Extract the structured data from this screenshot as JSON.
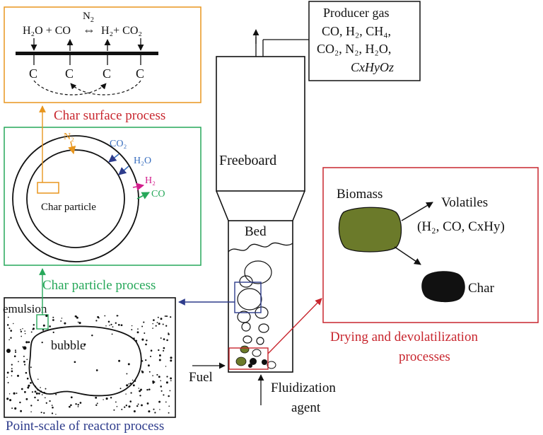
{
  "colors": {
    "orange": "#e8961e",
    "green": "#27a85a",
    "red": "#c8262e",
    "blue": "#2e3c8c",
    "magenta": "#d21e8c",
    "gas_blue": "#3a6fbf",
    "biomass": "#6b7a2a",
    "black": "#111111"
  },
  "reaction": {
    "left": "H₂O + CO",
    "arrow": "⇔",
    "n2": "N",
    "n2_sub": "2",
    "right": "H₂+ CO₂",
    "carbon": [
      "C",
      "C",
      "C",
      "C"
    ]
  },
  "char_surface_title": "Char surface process",
  "char_particle": {
    "title": "Char particle process",
    "label": "Char particle",
    "n2": "N₂",
    "co2": "CO₂",
    "h2o": "H₂O",
    "h2": "H₂",
    "co": "CO"
  },
  "point_scale": {
    "title": "Point-scale of reactor process",
    "emulsion": "emulsion",
    "bubble": "bubble"
  },
  "producer_gas": {
    "line1": "Producer gas",
    "line2": "CO, H₂, CH₄,",
    "line3": "CO₂, N₂, H₂O,",
    "line4": "CxHyOz"
  },
  "reactor": {
    "freeboard": "Freeboard",
    "bed": "Bed",
    "fuel": "Fuel",
    "fluidization1": "Fluidization",
    "fluidization2": "agent"
  },
  "devol": {
    "biomass": "Biomass",
    "volatiles": "Volatiles",
    "volatiles_species": "(H₂, CO, CxHy)",
    "char": "Char",
    "title1": "Drying and devolatilization",
    "title2": "processes"
  }
}
